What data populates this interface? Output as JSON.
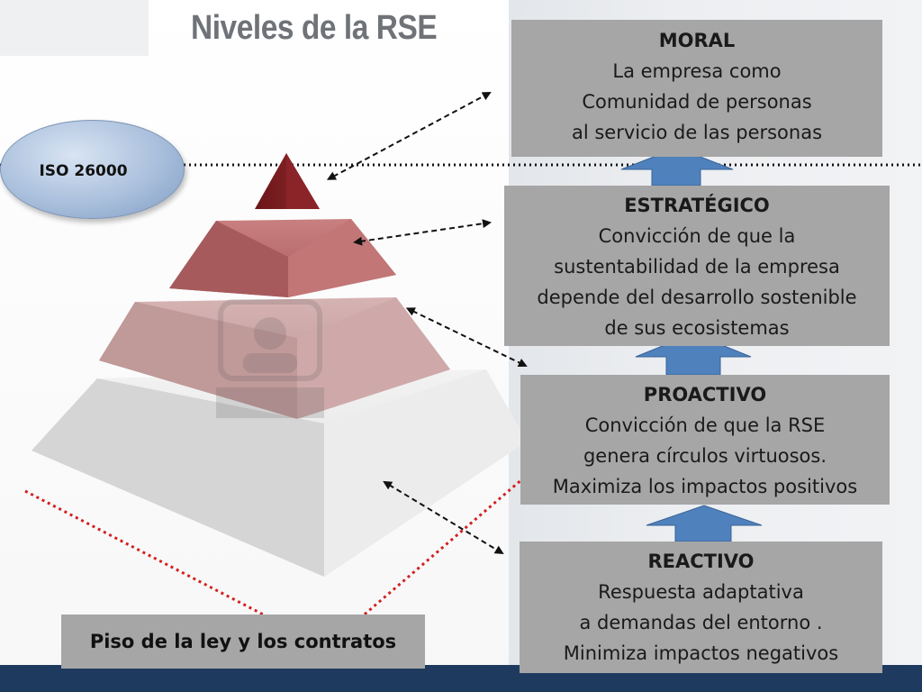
{
  "slide": {
    "title": "Niveles de la RSE"
  },
  "iso": {
    "label": "ISO 26000"
  },
  "floor": {
    "label": "Piso de la ley y los contratos"
  },
  "levels": {
    "moral": {
      "heading": "MORAL",
      "lines": [
        "La empresa como",
        "Comunidad de personas",
        "al servicio de las personas"
      ]
    },
    "estrategico": {
      "heading": "ESTRATÉGICO",
      "lines": [
        "Convicción de que la",
        "sustentabilidad de la empresa",
        "depende del desarrollo sostenible",
        "de sus ecosistemas"
      ]
    },
    "proactivo": {
      "heading": "PROACTIVO",
      "lines": [
        "Convicción de que la RSE",
        "genera  círculos virtuosos.",
        "Maximiza los impactos positivos"
      ]
    },
    "reactivo": {
      "heading": "REACTIVO",
      "lines": [
        "Respuesta adaptativa",
        "a demandas del entorno .",
        "Minimiza impactos negativos"
      ]
    }
  },
  "colors": {
    "box_gray": "#a6a6a6",
    "arrow_blue": "#4f81bd",
    "tier_top": "#7a1e22",
    "tier_second": "#b86a6a",
    "tier_third": "#c9a3a3",
    "tier_base": "#e6e6e6",
    "floor_line": "#d32020",
    "bottom_band": "#1f3a5f"
  }
}
